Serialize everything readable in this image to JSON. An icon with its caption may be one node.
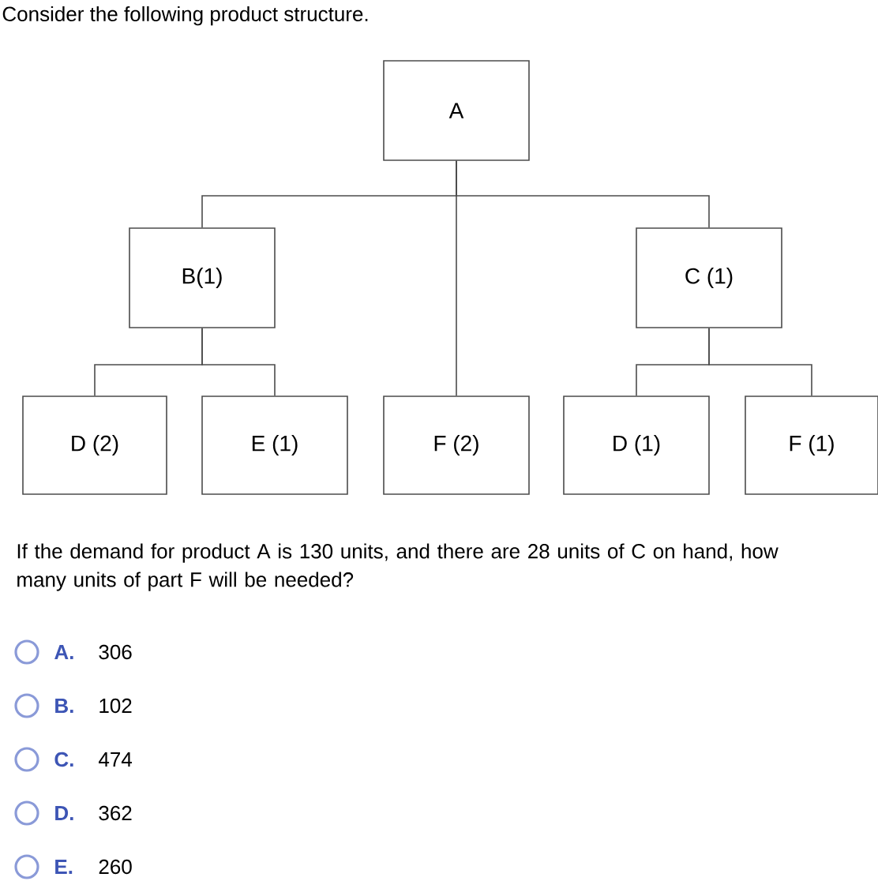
{
  "diagram": {
    "title": "Consider the following product structure.",
    "nodes": [
      {
        "text": [
          "A"
        ]
      },
      {
        "text": [
          "B(1)"
        ]
      },
      {
        "text": [
          "C (1)"
        ]
      },
      {
        "text": [
          "D (2)"
        ]
      },
      {
        "text": [
          "E (1)"
        ]
      },
      {
        "text": [
          "F (2)"
        ]
      },
      {
        "text": [
          "D (1)"
        ]
      },
      {
        "text": [
          "F (1)"
        ]
      }
    ],
    "edges": [
      {
        "from": 0,
        "to": 1,
        "arrow": "none"
      },
      {
        "from": 0,
        "to": 5,
        "arrow": "none"
      },
      {
        "from": 0,
        "to": 2,
        "arrow": "none"
      },
      {
        "from": 1,
        "to": 3,
        "arrow": "none"
      },
      {
        "from": 1,
        "to": 4,
        "arrow": "none"
      },
      {
        "from": 2,
        "to": 6,
        "arrow": "none"
      },
      {
        "from": 2,
        "to": 7,
        "arrow": "none"
      }
    ],
    "labels": [
      "If the demand for product A is 130 units, and there are 28 units of C on hand, how many units of part F will be needed?",
      "A.",
      "306",
      "B.",
      "102",
      "C.",
      "474",
      "D.",
      "362",
      "E.",
      "260"
    ]
  }
}
